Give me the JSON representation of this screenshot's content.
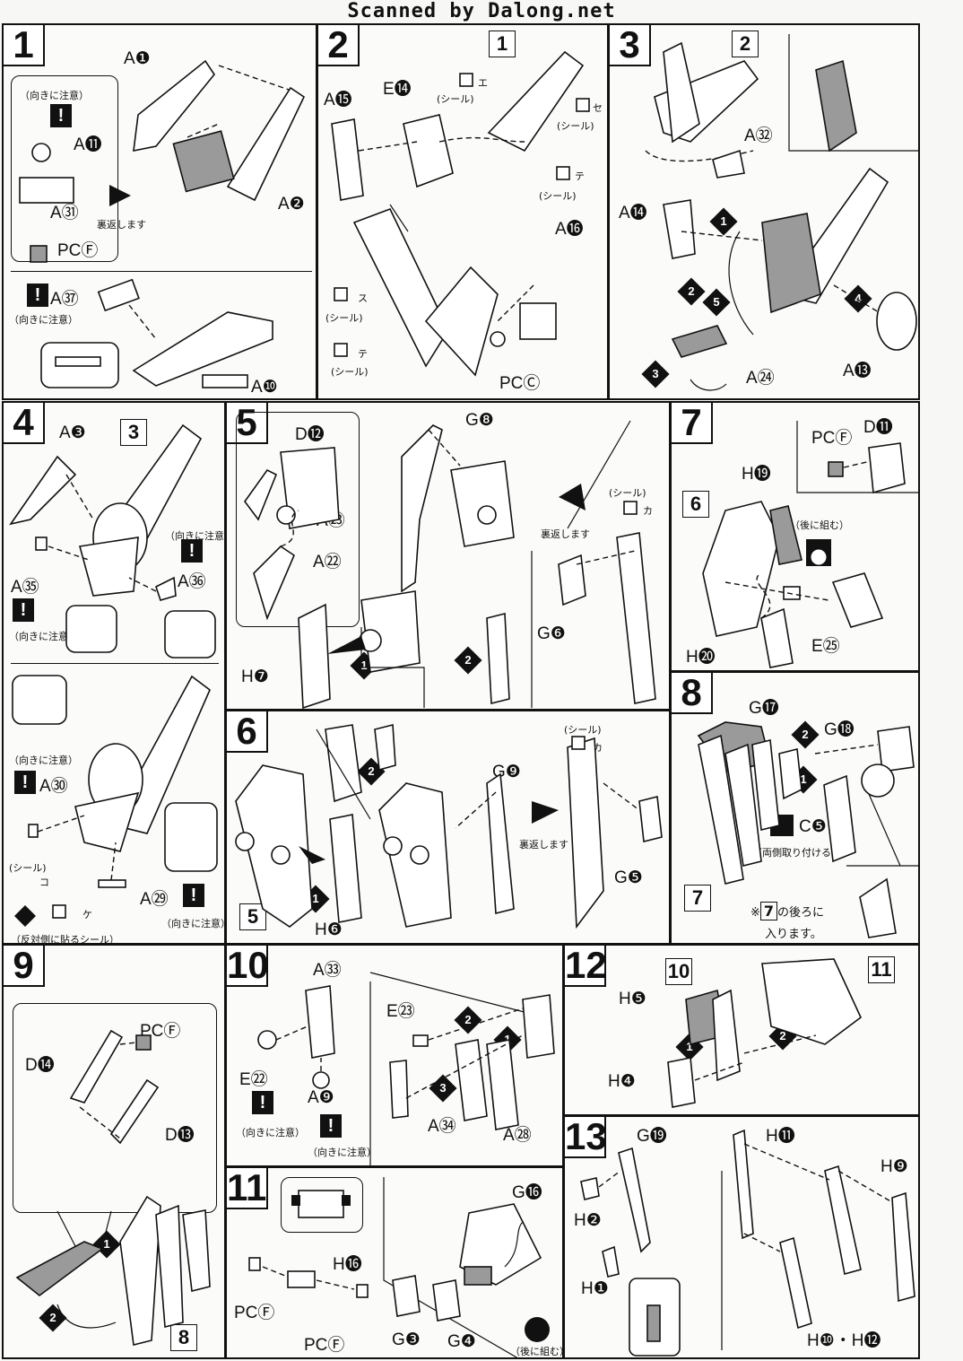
{
  "header": {
    "text": "Scanned by Dalong.net"
  },
  "notes": {
    "orientation": "（向きに注意）",
    "flip": "裏返します",
    "sticker": "（シール）",
    "assemble_later": "（後に組む）",
    "both_sides": "（両側取り付ける）",
    "opposite_side": "（反対側に貼るシール）",
    "behind_note_1": "※",
    "behind_note_2": "の後ろに",
    "behind_note_3": "入ります。"
  },
  "steps": [
    {
      "num": "1"
    },
    {
      "num": "2"
    },
    {
      "num": "3"
    },
    {
      "num": "4"
    },
    {
      "num": "5"
    },
    {
      "num": "6"
    },
    {
      "num": "7"
    },
    {
      "num": "8"
    },
    {
      "num": "9"
    },
    {
      "num": "10"
    },
    {
      "num": "11"
    },
    {
      "num": "12"
    },
    {
      "num": "13"
    }
  ],
  "labels": {
    "s1": [
      "A❶",
      "A❷",
      "A⓫",
      "A㉛",
      "PCⒻ",
      "A㊲",
      "A❿"
    ],
    "s2": [
      "A⓯",
      "E⓮",
      "(シール)",
      "(シール)",
      "(シール)",
      "A⓰",
      "PCⒸ",
      "(シール)",
      "(シール)"
    ],
    "s2_stickers": [
      "エ",
      "セ",
      "テ",
      "ス",
      "テ"
    ],
    "s3": [
      "A㉜",
      "A⓮",
      "A㉔",
      "A⓭"
    ],
    "s4": [
      "A❸",
      "A㉟",
      "A㊱",
      "A㉚",
      "A㉙",
      "(シール)"
    ],
    "s4_stickers": [
      "コ",
      "ケ"
    ],
    "s5": [
      "D⓬",
      "A㉓",
      "A㉒",
      "H❼",
      "G❽",
      "G❻",
      "(シール)"
    ],
    "s5_stickers": [
      "カ"
    ],
    "s6": [
      "H❻",
      "G❾",
      "G❺",
      "(シール)"
    ],
    "s6_stickers": [
      "カ"
    ],
    "s7": [
      "PCⒻ",
      "D⓫",
      "H⓳",
      "E㉕",
      "H⓴"
    ],
    "s8": [
      "G⓱",
      "G⓲",
      "C❺"
    ],
    "s9": [
      "PCⒻ",
      "D⓮",
      "D⓭"
    ],
    "s10": [
      "A㉝",
      "E㉒",
      "A❾",
      "E㉓",
      "A㉞",
      "A㉘"
    ],
    "s11": [
      "G⓰",
      "H⓰",
      "PCⒻ",
      "PCⒻ",
      "G❸",
      "G❹"
    ],
    "s12": [
      "H❺",
      "H❹"
    ],
    "s13": [
      "G⓳",
      "H⓫",
      "H❾",
      "H❷",
      "H❶",
      "H❿・H⓬"
    ]
  },
  "refs": {
    "s2": "1",
    "s3": "2",
    "s4": "3",
    "s6": "5",
    "s7": "6",
    "s8": "7",
    "s8_note": "7",
    "s9": "8",
    "s12a": "10",
    "s12b": "11"
  }
}
